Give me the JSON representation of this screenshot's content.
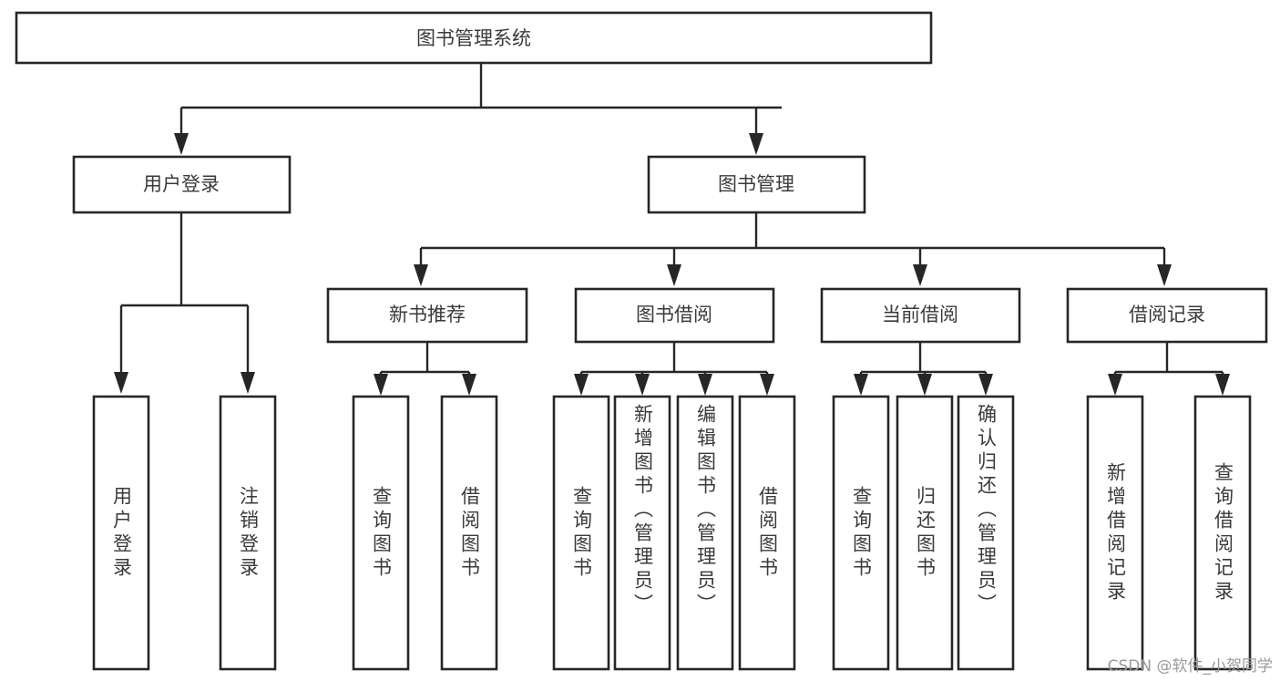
{
  "diagram": {
    "title": "图书管理系统",
    "watermark": "CSDN @软件_小贺同学",
    "colors": {
      "stroke": "#262626",
      "box_fill": "#ffffff",
      "text": "#3a3a3a",
      "watermark": "#9a9a9a",
      "background": "#ffffff"
    },
    "root": {
      "label": "图书管理系统"
    },
    "level2": [
      {
        "id": "user-login",
        "label": "用户登录"
      },
      {
        "id": "book-manage",
        "label": "图书管理"
      }
    ],
    "level3": [
      {
        "id": "new-book-recommend",
        "label": "新书推荐",
        "parent": "book-manage"
      },
      {
        "id": "book-borrow",
        "label": "图书借阅",
        "parent": "book-manage"
      },
      {
        "id": "current-borrow",
        "label": "当前借阅",
        "parent": "book-manage"
      },
      {
        "id": "borrow-record",
        "label": "借阅记录",
        "parent": "book-manage"
      }
    ],
    "leaves": [
      {
        "id": "leaf-user-login",
        "label": "用户登录",
        "parent": "user-login"
      },
      {
        "id": "leaf-logout-login",
        "label": "注销登录",
        "parent": "user-login"
      },
      {
        "id": "leaf-query-book-1",
        "label": "查询图书",
        "parent": "new-book-recommend"
      },
      {
        "id": "leaf-borrow-book-1",
        "label": "借阅图书",
        "parent": "new-book-recommend"
      },
      {
        "id": "leaf-query-book-2",
        "label": "查询图书",
        "parent": "book-borrow"
      },
      {
        "id": "leaf-add-book",
        "label": "新增图书（管理员）",
        "parent": "book-borrow"
      },
      {
        "id": "leaf-edit-book",
        "label": "编辑图书（管理员）",
        "parent": "book-borrow"
      },
      {
        "id": "leaf-borrow-book-2",
        "label": "借阅图书",
        "parent": "book-borrow"
      },
      {
        "id": "leaf-query-book-3",
        "label": "查询图书",
        "parent": "current-borrow"
      },
      {
        "id": "leaf-return-book",
        "label": "归还图书",
        "parent": "current-borrow"
      },
      {
        "id": "leaf-confirm-return",
        "label": "确认归还（管理员）",
        "parent": "current-borrow"
      },
      {
        "id": "leaf-add-record",
        "label": "新增借阅记录",
        "parent": "borrow-record"
      },
      {
        "id": "leaf-query-record",
        "label": "查询借阅记录",
        "parent": "borrow-record"
      }
    ]
  }
}
